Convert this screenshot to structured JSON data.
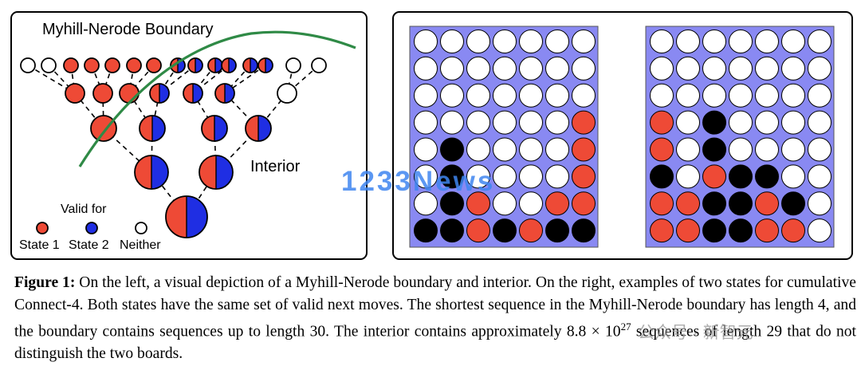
{
  "left_figure": {
    "boundary_label": "Myhill-Nerode Boundary",
    "interior_label": "Interior",
    "legend": {
      "title": "Valid for",
      "items": [
        {
          "label": "State 1",
          "kind": "state1"
        },
        {
          "label": "State 2",
          "kind": "state2"
        },
        {
          "label": "Neither",
          "kind": "neither"
        }
      ]
    },
    "tree_rows": [
      [
        "neither",
        "neither",
        "state1",
        "state1",
        "state1",
        "state1",
        "state1",
        "both",
        "both",
        "both",
        "both",
        "both",
        "both",
        "neither",
        "neither"
      ],
      [
        "state1",
        "state1",
        "state1",
        "both",
        "both",
        "both",
        "neither"
      ],
      [
        "state1",
        "both",
        "both",
        "both"
      ],
      [
        "both",
        "both"
      ],
      [
        "both"
      ]
    ]
  },
  "right_figure": {
    "boards": [
      {
        "name": "board-1",
        "grid": [
          [
            "e",
            "e",
            "e",
            "e",
            "e",
            "e",
            "e"
          ],
          [
            "e",
            "e",
            "e",
            "e",
            "e",
            "e",
            "e"
          ],
          [
            "e",
            "e",
            "e",
            "e",
            "e",
            "e",
            "e"
          ],
          [
            "e",
            "e",
            "e",
            "e",
            "e",
            "e",
            "r"
          ],
          [
            "e",
            "b",
            "e",
            "e",
            "e",
            "e",
            "r"
          ],
          [
            "e",
            "b",
            "e",
            "e",
            "e",
            "e",
            "r"
          ],
          [
            "e",
            "b",
            "r",
            "e",
            "e",
            "r",
            "r"
          ],
          [
            "b",
            "b",
            "r",
            "b",
            "r",
            "b",
            "b"
          ]
        ]
      },
      {
        "name": "board-2",
        "grid": [
          [
            "e",
            "e",
            "e",
            "e",
            "e",
            "e",
            "e"
          ],
          [
            "e",
            "e",
            "e",
            "e",
            "e",
            "e",
            "e"
          ],
          [
            "e",
            "e",
            "e",
            "e",
            "e",
            "e",
            "e"
          ],
          [
            "r",
            "e",
            "b",
            "e",
            "e",
            "e",
            "e"
          ],
          [
            "r",
            "e",
            "b",
            "e",
            "e",
            "e",
            "e"
          ],
          [
            "b",
            "e",
            "r",
            "b",
            "b",
            "e",
            "e"
          ],
          [
            "r",
            "r",
            "b",
            "b",
            "r",
            "b",
            "e"
          ],
          [
            "r",
            "r",
            "b",
            "b",
            "r",
            "r",
            "e"
          ]
        ]
      }
    ]
  },
  "colors": {
    "state1": "#ee4a36",
    "state2": "#1f2ee3",
    "board_bg": "#8989f2",
    "board_black": "#000000",
    "board_red": "#ee4a36",
    "boundary_curve": "#2f8a46",
    "watermark": "#3f86f0"
  },
  "caption": {
    "label": "Figure 1:",
    "text": "On the left, a visual depiction of a Myhill-Nerode boundary and interior. On the right, examples of two states for cumulative Connect-4. Both states have the same set of valid next moves. The shortest sequence in the Myhill-Nerode boundary has length 4, and the boundary contains sequences up to length 30. The interior contains approximately 8.8 × 10",
    "exponent": "27",
    "text_end": " sequences of length 29 that do not distinguish the two boards."
  },
  "watermarks": {
    "center": "1233News",
    "bottom_right": "公众号 · 新智元"
  }
}
